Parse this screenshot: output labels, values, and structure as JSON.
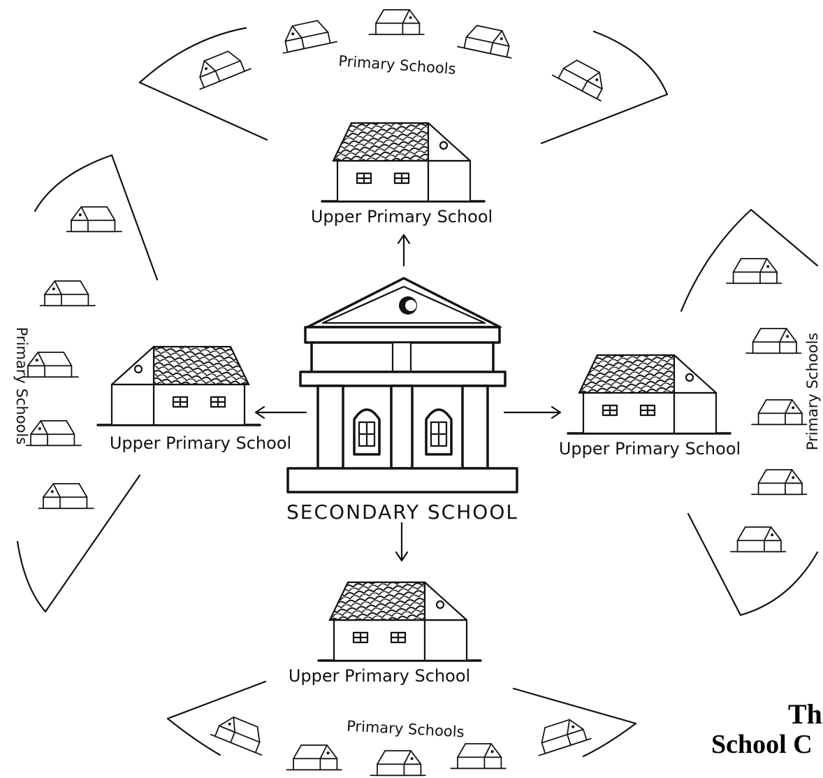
{
  "diagram": {
    "central": {
      "label": "SECONDARY SCHOOL"
    },
    "upper_schools": {
      "top": {
        "label": "Upper Primary School"
      },
      "left": {
        "label": "Upper Primary School"
      },
      "right": {
        "label": "Upper Primary School"
      },
      "bottom": {
        "label": "Upper Primary School"
      }
    },
    "primary_clusters": {
      "top": {
        "label": "Primary Schools",
        "count": 5
      },
      "left": {
        "label": "Primary Schools",
        "count": 5
      },
      "right": {
        "label": "Primary Schools",
        "count": 5
      },
      "bottom": {
        "label": "Primary Schools",
        "count": 5
      }
    },
    "title": {
      "line1": "Th",
      "line2": "School C"
    }
  }
}
